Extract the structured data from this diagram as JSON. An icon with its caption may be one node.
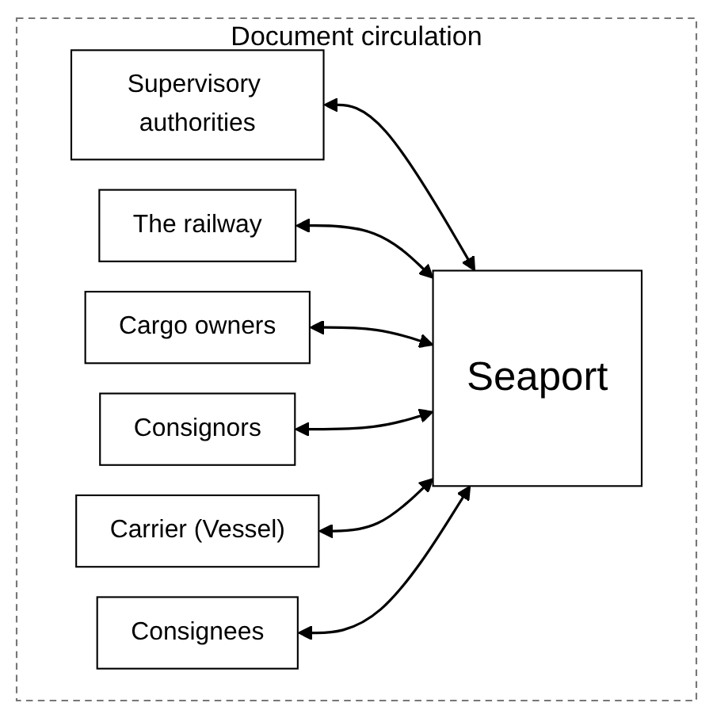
{
  "diagram": {
    "nodes": [
      {
        "text": [
          "Document circulation"
        ]
      },
      {
        "text": [
          "Supervisory authorities"
        ],
        "in": 0
      },
      {
        "text": [
          "The railway"
        ],
        "in": 0
      },
      {
        "text": [
          "Cargo owners"
        ],
        "in": 0
      },
      {
        "text": [
          "Consignors"
        ],
        "in": 0
      },
      {
        "text": [
          "Carrier (Vessel)"
        ],
        "in": 0
      },
      {
        "text": [
          "Consignees"
        ],
        "in": 0
      },
      {
        "text": [
          "Seaport"
        ],
        "in": 0
      }
    ],
    "edges": [
      {
        "from": 1,
        "to": 7,
        "arrow": "both"
      },
      {
        "from": 2,
        "to": 7,
        "arrow": "both"
      },
      {
        "from": 3,
        "to": 7,
        "arrow": "both"
      },
      {
        "from": 4,
        "to": 7,
        "arrow": "both"
      },
      {
        "from": 5,
        "to": 7,
        "arrow": "both"
      },
      {
        "from": 6,
        "to": 7,
        "arrow": "both"
      }
    ]
  }
}
